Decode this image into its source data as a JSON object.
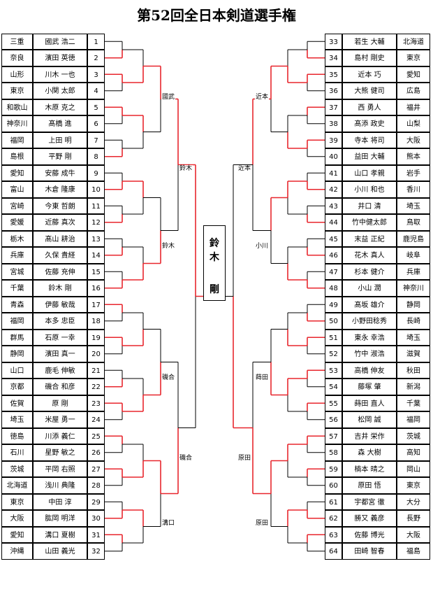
{
  "title": "第52回全日本剣道選手権",
  "champion": "鈴木 剛",
  "left_players": [
    {
      "no": "1",
      "pref": "三重",
      "name": "國武 浩二"
    },
    {
      "no": "2",
      "pref": "奈良",
      "name": "濱田 英徳"
    },
    {
      "no": "3",
      "pref": "山形",
      "name": "川木 一也"
    },
    {
      "no": "4",
      "pref": "東京",
      "name": "小関 太郎"
    },
    {
      "no": "5",
      "pref": "和歌山",
      "name": "木原 克之"
    },
    {
      "no": "6",
      "pref": "神奈川",
      "name": "髙橋 進"
    },
    {
      "no": "7",
      "pref": "福岡",
      "name": "上田 明"
    },
    {
      "no": "8",
      "pref": "島根",
      "name": "平野 剛"
    },
    {
      "no": "9",
      "pref": "愛知",
      "name": "安藤 成牛"
    },
    {
      "no": "10",
      "pref": "富山",
      "name": "木倉 隆康"
    },
    {
      "no": "11",
      "pref": "宮崎",
      "name": "今東 哲朗"
    },
    {
      "no": "12",
      "pref": "愛媛",
      "name": "近藤 真次"
    },
    {
      "no": "13",
      "pref": "栃木",
      "name": "髙山 耕治"
    },
    {
      "no": "14",
      "pref": "兵庫",
      "name": "久保 貴経"
    },
    {
      "no": "15",
      "pref": "宮城",
      "name": "佐藤 充伸"
    },
    {
      "no": "16",
      "pref": "千葉",
      "name": "鈴木 剛"
    },
    {
      "no": "17",
      "pref": "青森",
      "name": "伊藤 敏哉"
    },
    {
      "no": "18",
      "pref": "福岡",
      "name": "本多 忠臣"
    },
    {
      "no": "19",
      "pref": "群馬",
      "name": "石原 一幸"
    },
    {
      "no": "20",
      "pref": "静岡",
      "name": "濱田 真一"
    },
    {
      "no": "21",
      "pref": "山口",
      "name": "鹿毛 伸敏"
    },
    {
      "no": "22",
      "pref": "京都",
      "name": "磯合 和彦"
    },
    {
      "no": "23",
      "pref": "佐賀",
      "name": "原 剛"
    },
    {
      "no": "24",
      "pref": "埼玉",
      "name": "米屋 勇一"
    },
    {
      "no": "25",
      "pref": "徳島",
      "name": "川添 義仁"
    },
    {
      "no": "26",
      "pref": "石川",
      "name": "星野 敏之"
    },
    {
      "no": "27",
      "pref": "茨城",
      "name": "平岡 右照"
    },
    {
      "no": "28",
      "pref": "北海道",
      "name": "浅川 典隆"
    },
    {
      "no": "29",
      "pref": "東京",
      "name": "中田 淳"
    },
    {
      "no": "30",
      "pref": "大阪",
      "name": "肱岡 明洋"
    },
    {
      "no": "31",
      "pref": "愛知",
      "name": "溝口 夏樹"
    },
    {
      "no": "32",
      "pref": "沖縄",
      "name": "山田 義光"
    }
  ],
  "right_players": [
    {
      "no": "33",
      "name": "若生 大輔",
      "pref": "北海道"
    },
    {
      "no": "34",
      "name": "島村 剛史",
      "pref": "東京"
    },
    {
      "no": "35",
      "name": "近本 巧",
      "pref": "愛知"
    },
    {
      "no": "36",
      "name": "大熊 健司",
      "pref": "広島"
    },
    {
      "no": "37",
      "name": "西 勇人",
      "pref": "福井"
    },
    {
      "no": "38",
      "name": "髙添 政史",
      "pref": "山梨"
    },
    {
      "no": "39",
      "name": "寺本 将司",
      "pref": "大阪"
    },
    {
      "no": "40",
      "name": "益田 大輔",
      "pref": "熊本"
    },
    {
      "no": "41",
      "name": "山口 孝親",
      "pref": "岩手"
    },
    {
      "no": "42",
      "name": "小川 和也",
      "pref": "香川"
    },
    {
      "no": "43",
      "name": "井口 清",
      "pref": "埼玉"
    },
    {
      "no": "44",
      "name": "竹中健太郎",
      "pref": "鳥取"
    },
    {
      "no": "45",
      "name": "末益 正紀",
      "pref": "鹿児島"
    },
    {
      "no": "46",
      "name": "花木 真人",
      "pref": "岐阜"
    },
    {
      "no": "47",
      "name": "杉本 健介",
      "pref": "兵庫"
    },
    {
      "no": "48",
      "name": "小山 潤",
      "pref": "神奈川"
    },
    {
      "no": "49",
      "name": "髙坂 雄介",
      "pref": "静岡"
    },
    {
      "no": "50",
      "name": "小野田稔秀",
      "pref": "長崎"
    },
    {
      "no": "51",
      "name": "東永 幸浩",
      "pref": "埼玉"
    },
    {
      "no": "52",
      "name": "竹中 淑浩",
      "pref": "滋賀"
    },
    {
      "no": "53",
      "name": "高橋 伸友",
      "pref": "秋田"
    },
    {
      "no": "54",
      "name": "藤塚 肇",
      "pref": "新潟"
    },
    {
      "no": "55",
      "name": "蒔田 直人",
      "pref": "千葉"
    },
    {
      "no": "56",
      "name": "松岡 誠",
      "pref": "福岡"
    },
    {
      "no": "57",
      "name": "吉井 栄作",
      "pref": "茨城"
    },
    {
      "no": "58",
      "name": "森 大樹",
      "pref": "高知"
    },
    {
      "no": "59",
      "name": "楠本 晴之",
      "pref": "岡山"
    },
    {
      "no": "60",
      "name": "原田 悟",
      "pref": "東京"
    },
    {
      "no": "61",
      "name": "宇都宮 徹",
      "pref": "大分"
    },
    {
      "no": "62",
      "name": "勝又 義彦",
      "pref": "長野"
    },
    {
      "no": "63",
      "name": "佐藤 博光",
      "pref": "大阪"
    },
    {
      "no": "64",
      "name": "田崎 智春",
      "pref": "福島"
    }
  ],
  "left_winner_labels": [
    {
      "text": "國武"
    },
    {
      "text": "鈴木"
    },
    {
      "text": "鈴木"
    },
    {
      "text": "磯合"
    },
    {
      "text": "磯合"
    },
    {
      "text": "溝口"
    }
  ],
  "right_winner_labels": [
    {
      "text": "近本"
    },
    {
      "text": "近本"
    },
    {
      "text": "小川"
    },
    {
      "text": "蒔田"
    },
    {
      "text": "原田"
    },
    {
      "text": "原田"
    }
  ],
  "colors": {
    "winner_line": "#e8262d",
    "line": "#000000"
  }
}
